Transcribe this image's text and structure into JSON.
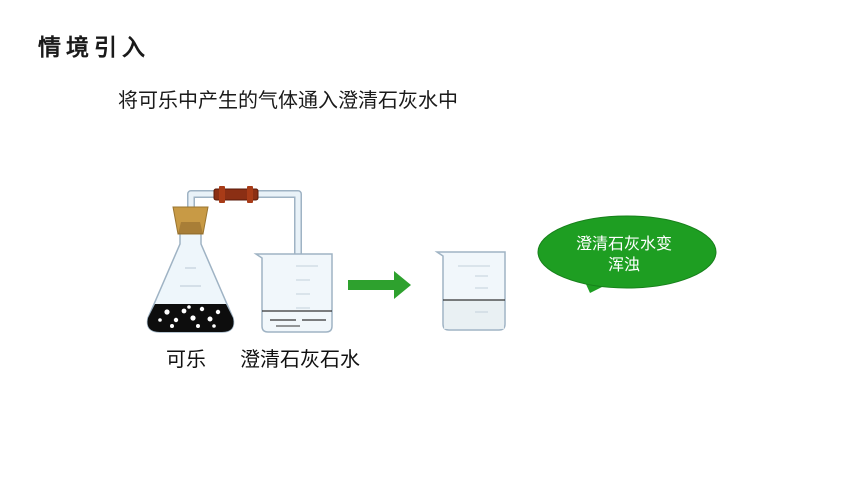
{
  "slide": {
    "title": "情境引入",
    "subtitle": "将可乐中产生的气体通入澄清石灰水中"
  },
  "apparatus": {
    "flask_label": "可乐",
    "beaker_label": "澄清石灰石水",
    "arrow_color": "#2ea12e",
    "liquid_color": "#0d0d0d"
  },
  "result": {
    "bubble_line1": "澄清石灰水变",
    "bubble_line2": "浑浊",
    "bubble_color": "#1e9e22"
  }
}
